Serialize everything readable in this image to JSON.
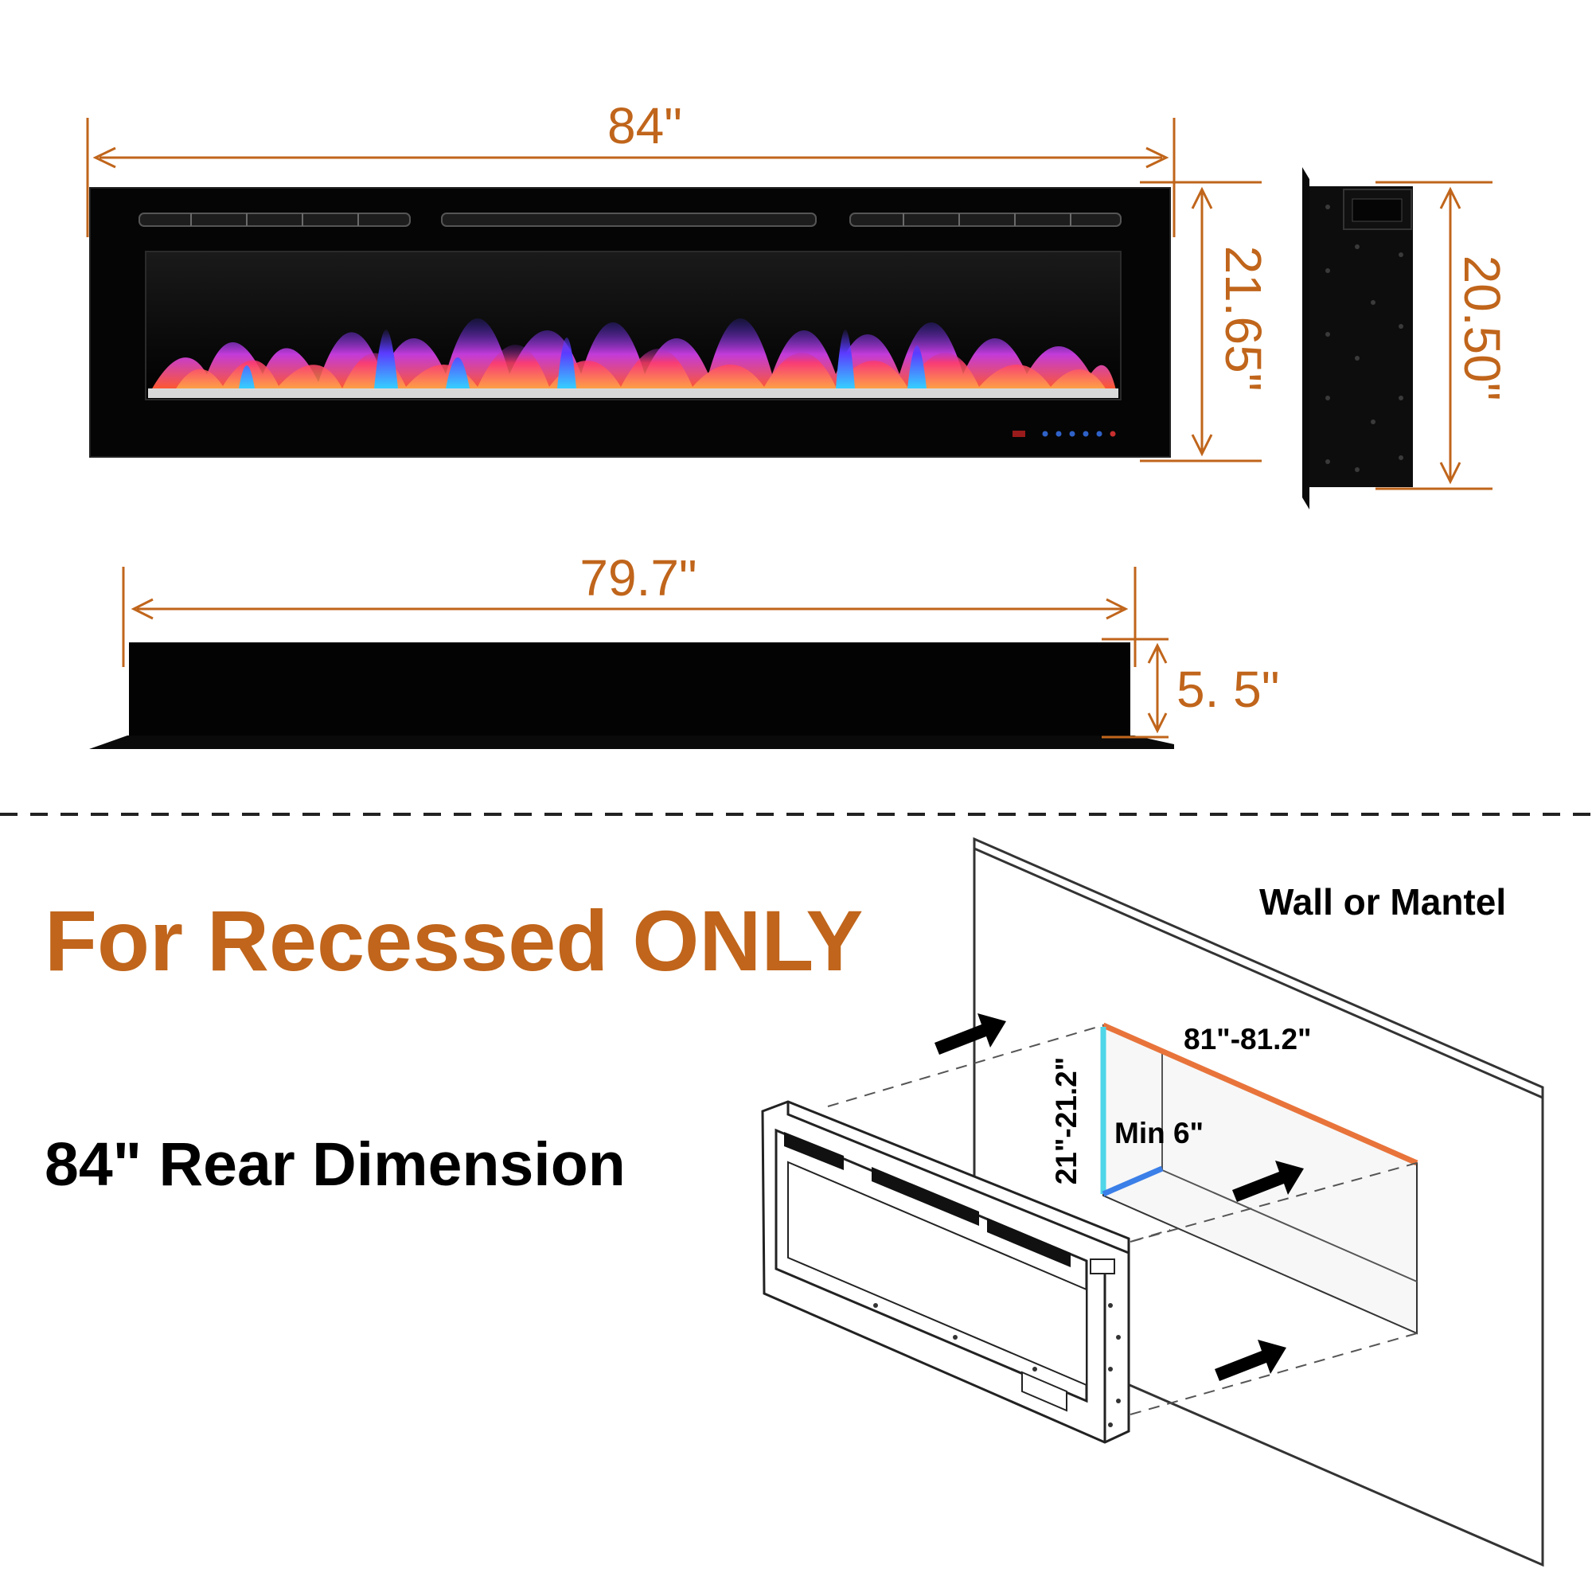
{
  "colors": {
    "dimension": "#c0651b",
    "heading_accent": "#c0651b",
    "opening_width_line": "#e8743b",
    "opening_height_line": "#4fd6e8",
    "opening_depth_line": "#3b7fe8",
    "unit_body": "#000000",
    "divider": "#222222"
  },
  "dimensions": {
    "overall_width": "84\"",
    "overall_height": "21.65\"",
    "side_height": "20.50\"",
    "inner_width": "79.7\"",
    "depth": "5. 5\""
  },
  "recess_section": {
    "title": "For Recessed ONLY",
    "subtitle": "84\" Rear Dimension",
    "wall_label": "Wall or Mantel",
    "opening_width": "81\"-81.2\"",
    "opening_height": "21\"-21.2\"",
    "opening_depth": "Min 6\""
  },
  "icons": [
    "dimension-arrow-icon",
    "insert-arrow-icon"
  ]
}
